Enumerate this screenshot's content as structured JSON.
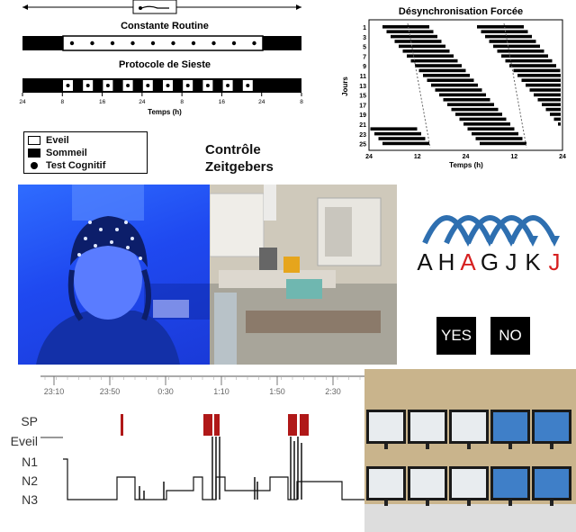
{
  "routine": {
    "title": "Constante Routine"
  },
  "sieste": {
    "title": "Protocole de Sieste",
    "ticks": [
      "24",
      "8",
      "16",
      "24",
      "8",
      "16",
      "24",
      "8"
    ],
    "xlabel": "Temps (h)"
  },
  "legend": {
    "items": [
      {
        "label": "Eveil",
        "kind": "white"
      },
      {
        "label": "Sommeil",
        "kind": "black"
      },
      {
        "label": "Test Cognitif",
        "kind": "dot"
      }
    ]
  },
  "zeitgebers": {
    "line1": "Contrôle",
    "line2": "Zeitgebers"
  },
  "desync": {
    "title": "Désynchronisation Forcée",
    "ylabel": "Jours",
    "days": [
      "1",
      "3",
      "5",
      "7",
      "9",
      "11",
      "13",
      "15",
      "17",
      "19",
      "21",
      "23",
      "25"
    ],
    "ticks": [
      "24",
      "12",
      "24",
      "12",
      "24"
    ],
    "xlabel": "Temps (h)"
  },
  "letters": {
    "items": [
      {
        "ch": "A",
        "color": "#111111"
      },
      {
        "ch": "H",
        "color": "#111111"
      },
      {
        "ch": "A",
        "color": "#d62020"
      },
      {
        "ch": "G",
        "color": "#111111"
      },
      {
        "ch": "J",
        "color": "#111111"
      },
      {
        "ch": "K",
        "color": "#111111"
      },
      {
        "ch": "J",
        "color": "#d62020"
      }
    ],
    "arc_color": "#2e6fb0"
  },
  "buttons": {
    "yes": "YES",
    "no": "NO"
  },
  "hypno": {
    "stages": [
      "SP",
      "Eveil",
      "N1",
      "N2",
      "N3"
    ],
    "times": [
      "23:10",
      "23:50",
      "0:30",
      "1:10",
      "1:50",
      "2:30"
    ],
    "rem_color": "#b01818"
  }
}
